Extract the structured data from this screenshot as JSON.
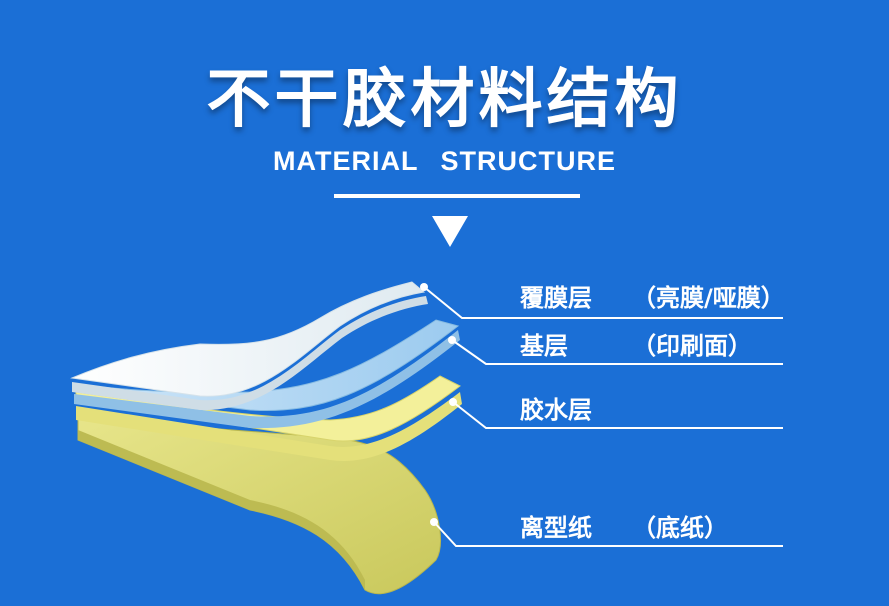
{
  "header": {
    "title": "不干胶材料结构",
    "subtitle": "MATERIAL   STRUCTURE"
  },
  "layers": [
    {
      "name": "覆膜层",
      "note": "（亮膜/哑膜）",
      "color": "#f4f8fb"
    },
    {
      "name": "基层",
      "note": "（印刷面）",
      "color": "#a9d3f2"
    },
    {
      "name": "胶水层",
      "note": "",
      "color": "#f2ef90"
    },
    {
      "name": "离型纸",
      "note": "（底纸）",
      "color": "#dede7a"
    }
  ],
  "colors": {
    "background": "#1b6fd6",
    "text": "#ffffff"
  }
}
